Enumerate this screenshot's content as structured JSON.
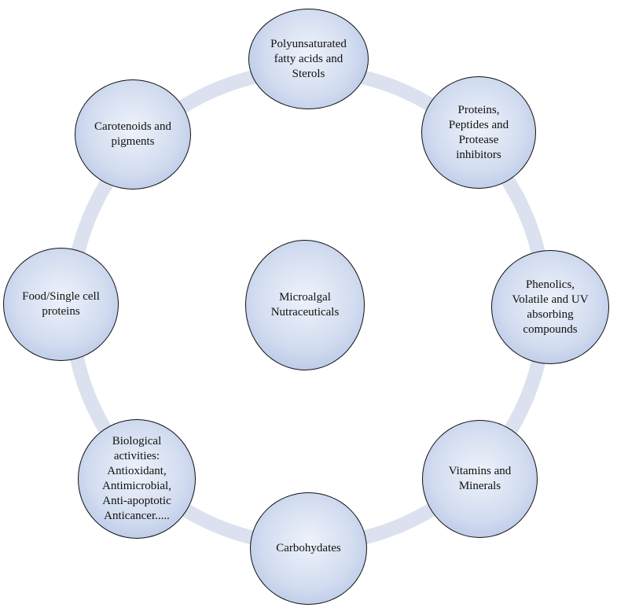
{
  "colors": {
    "ring": "#dbe1ee",
    "node_fill": "#c9d5ee",
    "node_border": "#111111",
    "text": "#111111"
  },
  "center": {
    "lines": [
      "Microalgal",
      "Nutraceuticals"
    ]
  },
  "nodes": [
    {
      "id": "polyunsaturated-fatty-acids",
      "lines": [
        "Polyunsaturated",
        "fatty acids and",
        "Sterols"
      ]
    },
    {
      "id": "proteins-peptides",
      "lines": [
        "Proteins,",
        "Peptides and",
        "Protease",
        "inhibitors"
      ]
    },
    {
      "id": "phenolics",
      "lines": [
        "Phenolics,",
        "Volatile and UV",
        "absorbing",
        "compounds"
      ]
    },
    {
      "id": "vitamins-minerals",
      "lines": [
        "Vitamins and",
        "Minerals"
      ]
    },
    {
      "id": "carbohydates",
      "lines": [
        "Carbohydates"
      ]
    },
    {
      "id": "biological-activities",
      "lines": [
        "Biological",
        "activities:",
        "Antioxidant,",
        "Antimicrobial,",
        "Anti-apoptotic",
        "Anticancer....."
      ]
    },
    {
      "id": "food-single-cell-proteins",
      "lines": [
        "Food/Single cell",
        "proteins"
      ]
    },
    {
      "id": "carotenoids-pigments",
      "lines": [
        "Carotenoids and",
        "pigments"
      ]
    }
  ]
}
